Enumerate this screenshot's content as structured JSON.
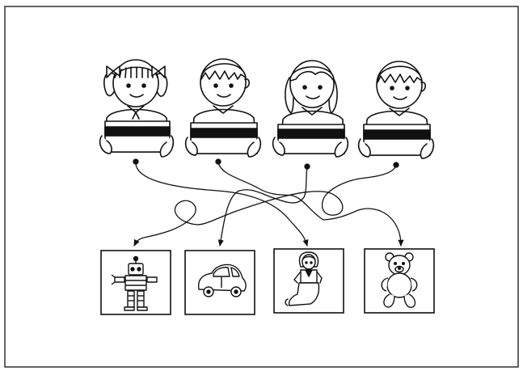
{
  "puzzle": {
    "children": [
      {
        "id": "child-1",
        "hair": "pigtails-with-bows"
      },
      {
        "id": "child-2",
        "hair": "short"
      },
      {
        "id": "child-3",
        "hair": "long-wavy"
      },
      {
        "id": "child-4",
        "hair": "short"
      }
    ],
    "toys": [
      {
        "id": "toy-robot",
        "icon": "robot-icon"
      },
      {
        "id": "toy-car",
        "icon": "toy-car-icon"
      },
      {
        "id": "toy-doll",
        "icon": "doll-icon"
      },
      {
        "id": "toy-teddy-bear",
        "icon": "teddy-bear-icon"
      }
    ],
    "paths": [
      {
        "from": "child-1",
        "to": "toy-doll"
      },
      {
        "from": "child-2",
        "to": "toy-teddy-bear"
      },
      {
        "from": "child-3",
        "to": "toy-car"
      },
      {
        "from": "child-4",
        "to": "toy-robot"
      }
    ],
    "colors": {
      "ink": "#111111",
      "paper": "#ffffff"
    }
  }
}
